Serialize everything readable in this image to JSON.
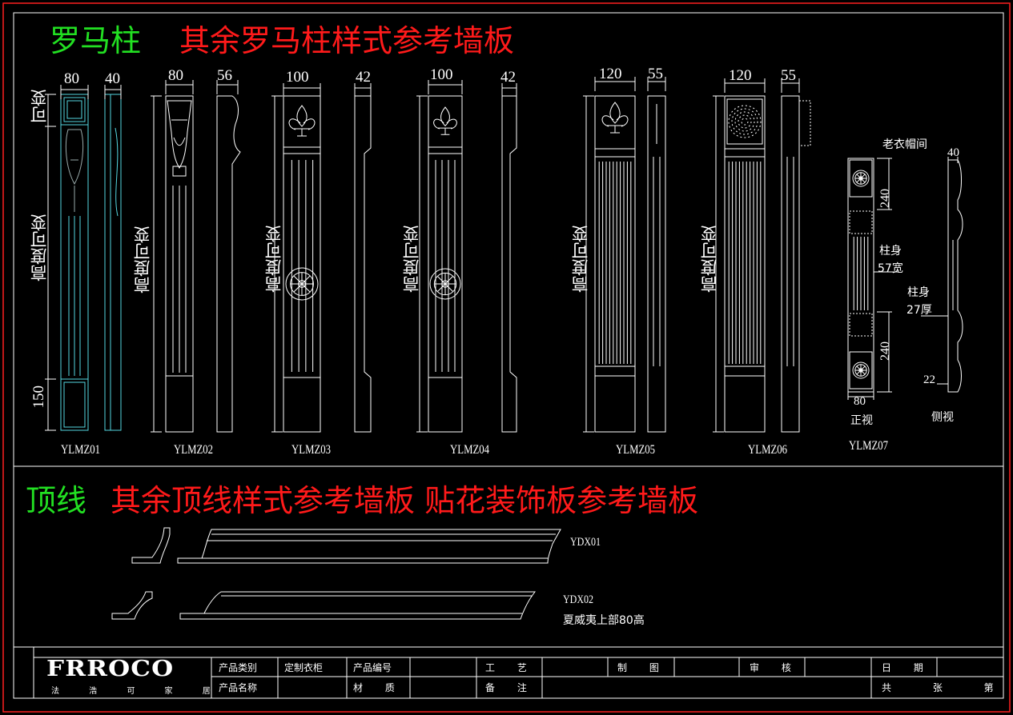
{
  "section1": {
    "title_green": "罗马柱",
    "title_red": "其余罗马柱样式参考墙板"
  },
  "section2": {
    "title_green": "顶线",
    "title_red": "其余顶线样式参考墙板 贴花装饰板参考墙板"
  },
  "columns": [
    {
      "code": "YLMZ01",
      "front_width": "80",
      "side_width": "40"
    },
    {
      "code": "YLMZ02",
      "front_width": "80",
      "side_width": "56"
    },
    {
      "code": "YLMZ03",
      "front_width": "100",
      "side_width": "42"
    },
    {
      "code": "YLMZ04",
      "front_width": "100",
      "side_width": "42"
    },
    {
      "code": "YLMZ05",
      "front_width": "120",
      "side_width": "55"
    },
    {
      "code": "YLMZ06",
      "front_width": "120",
      "side_width": "55"
    }
  ],
  "col1_labels": {
    "top_variable": "可变",
    "height_variable": "高度可变",
    "bottom_dim": "150"
  },
  "height_label": "高度可变",
  "ylmz07": {
    "code": "YLMZ07",
    "title": "老衣帽间",
    "side_width": "40",
    "front_width": "80",
    "top_dim": "240",
    "bottom_dim": "240",
    "body_width_label": "柱身",
    "body_width_value": "57宽",
    "body_depth_label": "柱身",
    "body_depth_value": "27厚",
    "side_dim": "22",
    "front_view": "正视",
    "side_view": "侧视"
  },
  "moldings": [
    {
      "code": "YDX01",
      "note": ""
    },
    {
      "code": "YDX02",
      "note": "夏威夷上部80高"
    }
  ],
  "title_block": {
    "logo": "FRROCO",
    "logo_sub": "法 浩 可 家 居",
    "product_category_label": "产品类别",
    "product_category_value": "定制衣柜",
    "product_name_label": "产品名称",
    "product_no_label": "产品编号",
    "material_label": "材 质",
    "craft_label": "工 艺",
    "remark_label": "备 注",
    "drawn_label": "制 图",
    "review_label": "审 核",
    "date_label": "日 期",
    "sheets_label": "共 张 第 张"
  },
  "colors": {
    "border": "#ff2020",
    "line": "#ffffff",
    "title_green": "#22e022",
    "title_red": "#ff1a1a",
    "cyan": "#55d6e0",
    "background": "#000000"
  }
}
